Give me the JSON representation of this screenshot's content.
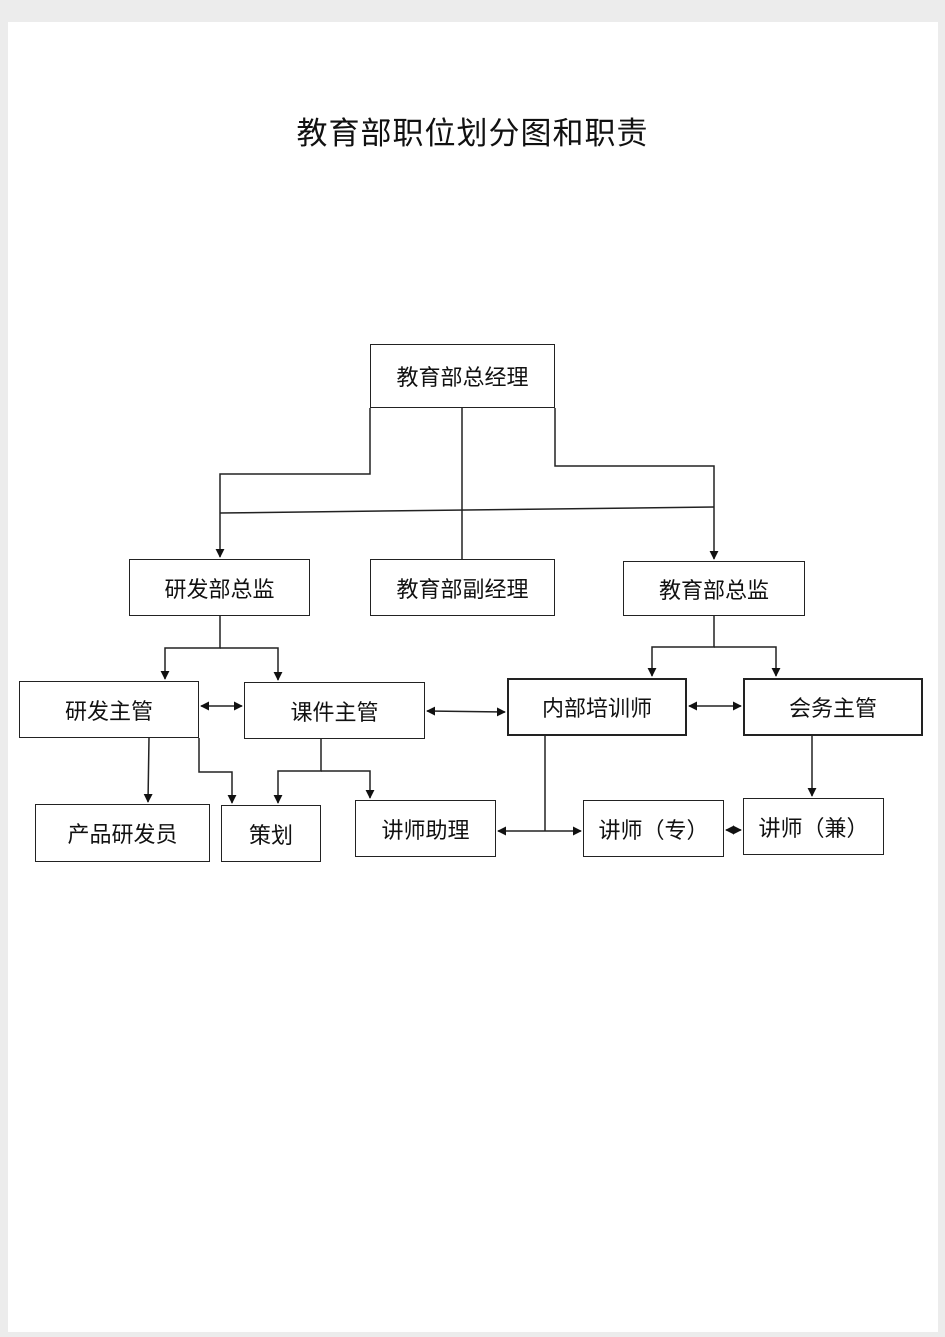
{
  "title": "教育部职位划分图和职责",
  "nodes": {
    "general_manager": "教育部总经理",
    "rd_director": "研发部总监",
    "deputy_manager": "教育部副经理",
    "education_director": "教育部总监",
    "rd_supervisor": "研发主管",
    "courseware_supervisor": "课件主管",
    "internal_trainer": "内部培训师",
    "conference_supervisor": "会务主管",
    "product_developer": "产品研发员",
    "planning": "策划",
    "lecturer_assistant": "讲师助理",
    "lecturer_fulltime": "讲师（专）",
    "lecturer_parttime": "讲师（兼）"
  }
}
